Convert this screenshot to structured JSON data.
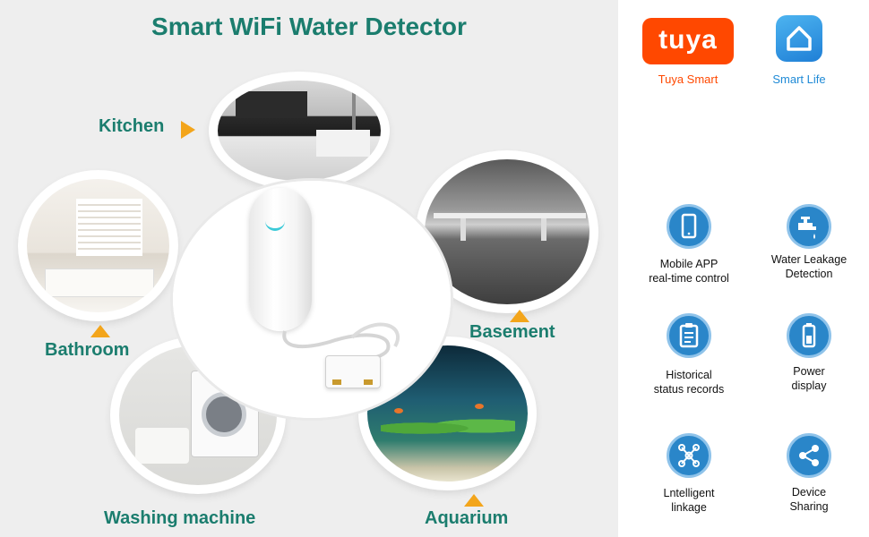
{
  "title": "Smart WiFi Water Detector",
  "locations": {
    "kitchen": "Kitchen",
    "bathroom": "Bathroom",
    "basement": "Basement",
    "washing": "Washing machine",
    "aquarium": "Aquarium"
  },
  "apps": {
    "tuya_logo": "tuya",
    "tuya_name": "Tuya Smart",
    "smartlife_name": "Smart Life"
  },
  "features": {
    "mobile_l1": "Mobile APP",
    "mobile_l2": "real-time control",
    "leak_l1": "Water Leakage",
    "leak_l2": "Detection",
    "hist_l1": "Historical",
    "hist_l2": "status records",
    "power_l1": "Power",
    "power_l2": "display",
    "link_l1": "Lntelligent",
    "link_l2": "linkage",
    "share_l1": "Device",
    "share_l2": "Sharing"
  },
  "colors": {
    "accent_text": "#1b7d6e",
    "arrow": "#f3a51b",
    "tuya": "#ff4800",
    "smart_life": "#1f8ad6",
    "icon_blue": "#2a86c9"
  }
}
